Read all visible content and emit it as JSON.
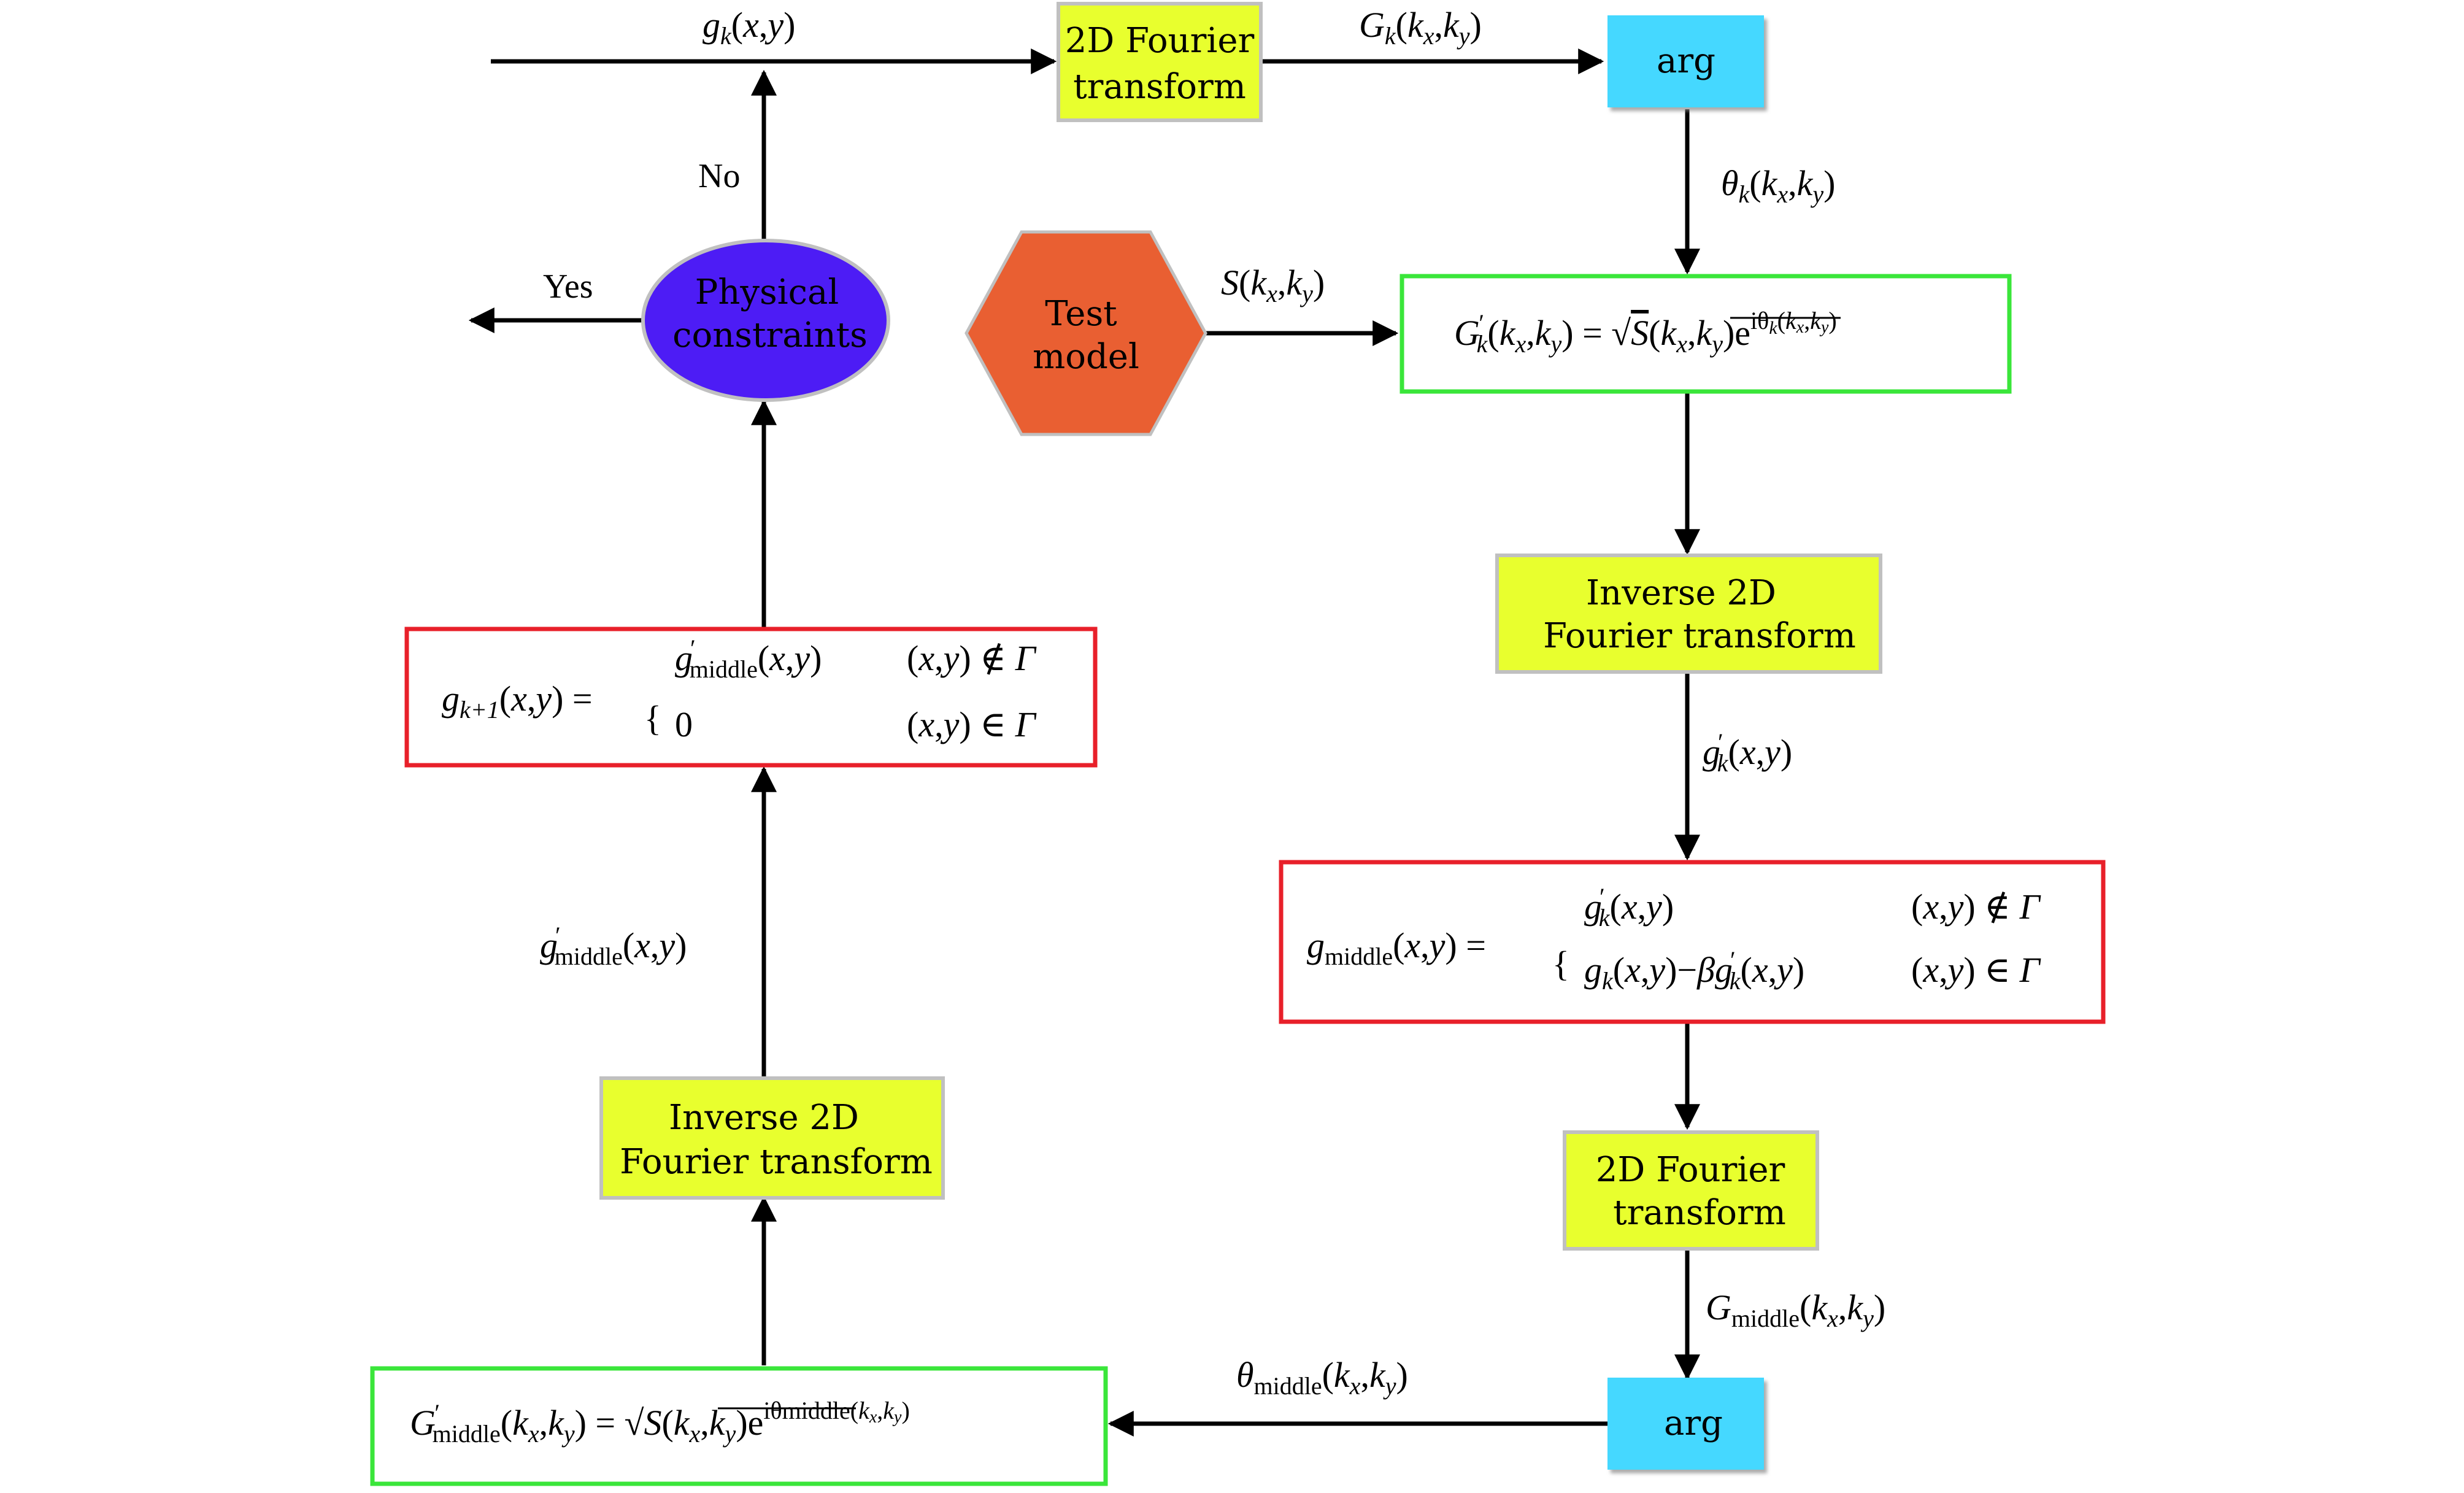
{
  "nodes": {
    "fourier_top": {
      "line1": "2D Fourier",
      "line2": "transform",
      "fill": "#e8ff2e",
      "stroke": "#c0c0c0"
    },
    "arg_top": {
      "text": "arg",
      "fill": "#45d8ff"
    },
    "test_model": {
      "line1": "Test",
      "line2": "model",
      "fill": "#e95f32"
    },
    "physical_constraints": {
      "line1": "Physical",
      "line2": "constraints",
      "fill": "#4d1cf5"
    },
    "inverse_right": {
      "line1": "Inverse 2D",
      "line2": "Fourier transform",
      "fill": "#e8ff2e"
    },
    "fourier_right": {
      "line1": "2D Fourier",
      "line2": "transform",
      "fill": "#e8ff2e"
    },
    "arg_bottom": {
      "text": "arg",
      "fill": "#45d8ff"
    },
    "inverse_left": {
      "line1": "Inverse 2D",
      "line2": "Fourier transform",
      "fill": "#e8ff2e"
    },
    "green_right": {
      "lhs": "G′k(kx,ky) = √S(kx,ky) e^(iθk(kx,ky))",
      "stroke": "#3ae63a"
    },
    "green_bottom": {
      "lhs": "G′middle(kx,ky) = √S(kx,ky) e^(iθmiddle(kx,ky))",
      "stroke": "#3ae63a"
    },
    "red_right": {
      "lhs": "gmiddle(x,y) =",
      "case1": "g′k(x,y)",
      "cond1": "(x,y) ∉ Γ",
      "case2": "gk(x,y)−βg′k(x,y)",
      "cond2": "(x,y) ∈ Γ",
      "stroke": "#e8202a"
    },
    "red_left": {
      "lhs": "gk+1(x,y) =",
      "case1": "g′middle(x,y)",
      "cond1": "(x,y) ∉ Γ",
      "case2": "0",
      "cond2": "(x,y) ∈ Γ",
      "stroke": "#e8202a"
    }
  },
  "edge_labels": {
    "gk": "gk(x,y)",
    "Gk": "Gk(kx,ky)",
    "theta_k": "θk(kx,ky)",
    "S": "S(kx,ky)",
    "g_prime_k": "g′k(x,y)",
    "G_middle": "Gmiddle(kx,ky)",
    "theta_middle": "θmiddle(kx,ky)",
    "g_prime_middle": "g′middle(x,y)",
    "yes": "Yes",
    "no": "No"
  }
}
